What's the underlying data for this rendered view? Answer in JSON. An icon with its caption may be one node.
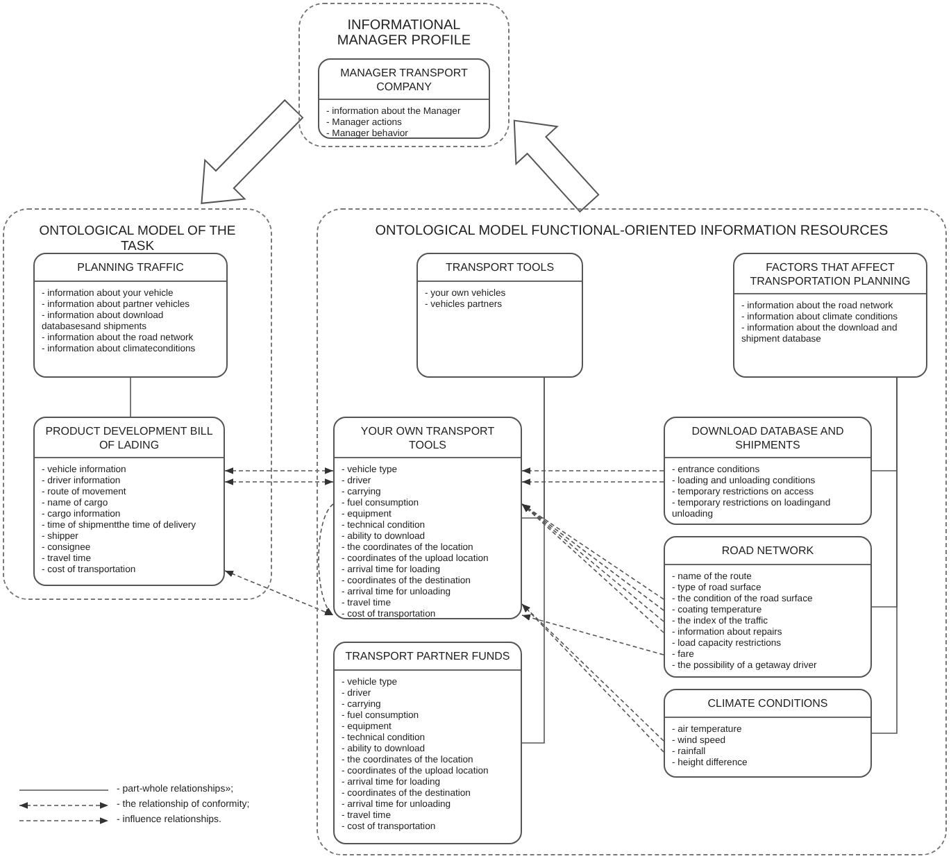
{
  "diagram": {
    "nodes": [
      {
        "text": [
          "INFORMATIONAL MANAGER PROFILE"
        ]
      },
      {
        "text": [
          "MANAGER TRANSPORT COMPANY",
          "- information about the Manager",
          "- Manager actions",
          "- Manager behavior"
        ],
        "in": 0
      },
      {
        "text": [
          "ONTOLOGICAL MODEL OF THE TASK"
        ]
      },
      {
        "text": [
          "PLANNING TRAFFIC",
          "- information about your vehicle",
          "- information about partner vehicles",
          "- information about download databasesand shipments",
          "- information about the road network",
          "- information about climateconditions"
        ],
        "in": 2
      },
      {
        "text": [
          "PRODUCT DEVELOPMENT BILL OF LADING",
          "- vehicle information",
          "- driver information",
          "- route of movement",
          "- name of cargo",
          "- cargo information",
          "- time of shipmentthe time of delivery",
          "- shipper",
          "- consignee",
          "- travel time",
          "- cost of transportation"
        ],
        "in": 2
      },
      {
        "text": [
          "ONTOLOGICAL MODEL FUNCTIONAL-ORIENTED INFORMATION RESOURCES"
        ]
      },
      {
        "text": [
          "TRANSPORT TOOLS",
          "- your own vehicles",
          "- vehicles partners"
        ],
        "in": 5
      },
      {
        "text": [
          "FACTORS THAT AFFECT TRANSPORTATION PLANNING",
          "- information about the road network",
          "- information about climate conditions",
          "- information about the download and shipment database"
        ],
        "in": 5
      },
      {
        "text": [
          "YOUR OWN TRANSPORT TOOLS",
          "- vehicle type",
          "- driver",
          "- carrying",
          "- fuel consumption",
          "- equipment",
          "- technical condition",
          "- ability to download",
          "- the coordinates of the location",
          "- coordinates of the upload location",
          "- arrival time for loading",
          "- coordinates of the destination",
          "- arrival time for unloading",
          "- travel time",
          "- cost of transportation"
        ],
        "in": 5
      },
      {
        "text": [
          "DOWNLOAD DATABASE AND SHIPMENTS",
          "- entrance conditions",
          "- loading and unloading conditions",
          "- temporary restrictions on access",
          "- temporary restrictions on loadingand unloading"
        ],
        "in": 5
      },
      {
        "text": [
          "ROAD NETWORK",
          "- name of the route",
          "- type of road surface",
          "- the condition of the road surface",
          "- coating temperature",
          "- the index of the traffic",
          "- information about repairs",
          "- load capacity restrictions",
          "- fare",
          "- the possibility of a getaway driver"
        ],
        "in": 5
      },
      {
        "text": [
          "CLIMATE CONDITIONS",
          "- air temperature",
          "- wind speed",
          "- rainfall",
          "- height difference"
        ],
        "in": 5
      },
      {
        "text": [
          "TRANSPORT PARTNER FUNDS",
          "- vehicle type",
          "- driver",
          "- carrying",
          "- fuel consumption",
          "- equipment",
          "- technical condition",
          "- ability to download",
          "- the coordinates of the location",
          "- coordinates of the upload location",
          "- arrival time for loading",
          "- coordinates of the destination",
          "- arrival time for unloading",
          "- travel time",
          "- cost of transportation"
        ],
        "in": 5
      }
    ],
    "edges": [
      {
        "from": 0,
        "to": 2,
        "arrow": "to",
        "style": "thick"
      },
      {
        "from": 5,
        "to": 0,
        "arrow": "to",
        "style": "thick"
      },
      {
        "from": 3,
        "to": 4,
        "arrow": "none"
      },
      {
        "from": 6,
        "to": 8,
        "arrow": "none"
      },
      {
        "from": 6,
        "to": 12,
        "arrow": "none"
      },
      {
        "from": 7,
        "to": 9,
        "arrow": "none"
      },
      {
        "from": 7,
        "to": 10,
        "arrow": "none"
      },
      {
        "from": 7,
        "to": 11,
        "arrow": "none"
      },
      {
        "from": 4,
        "to": 8,
        "arrow": "both",
        "style": "dashed"
      },
      {
        "from": 4,
        "to": 8,
        "arrow": "both",
        "style": "dashed"
      },
      {
        "from": 9,
        "to": 8,
        "arrow": "to",
        "style": "dashed"
      },
      {
        "from": 9,
        "to": 8,
        "arrow": "to",
        "style": "dashed"
      },
      {
        "from": 4,
        "to": 8,
        "arrow": "both",
        "style": "dashed"
      },
      {
        "from": 10,
        "to": 8,
        "arrow": "to",
        "style": "dashed"
      },
      {
        "from": 10,
        "to": 8,
        "arrow": "to",
        "style": "dashed"
      },
      {
        "from": 10,
        "to": 8,
        "arrow": "to",
        "style": "dashed"
      },
      {
        "from": 10,
        "to": 8,
        "arrow": "to",
        "style": "dashed"
      },
      {
        "from": 10,
        "to": 8,
        "arrow": "to",
        "style": "dashed"
      },
      {
        "from": 11,
        "to": 8,
        "arrow": "to",
        "style": "dashed"
      },
      {
        "from": 11,
        "to": 8,
        "arrow": "to",
        "style": "dashed"
      },
      {
        "from": 8,
        "to": 8,
        "arrow": "to",
        "style": "dashed"
      }
    ],
    "legend": [
      {
        "text": "- part-whole relationships»;"
      },
      {
        "text": "- the relationship of conformity;"
      },
      {
        "text": "- influence relationships."
      }
    ]
  }
}
